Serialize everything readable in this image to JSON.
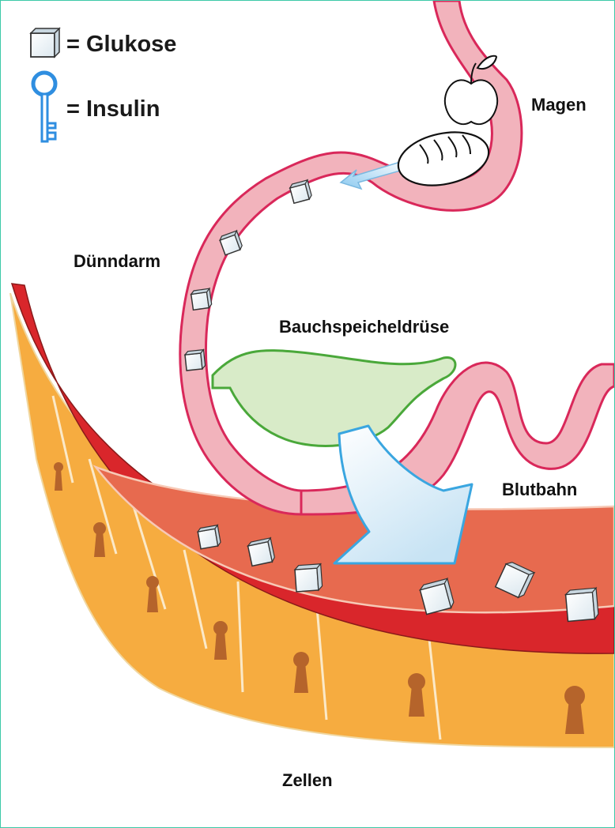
{
  "legend": {
    "glucose_label": "= Glukose",
    "insulin_label": "= Insulin"
  },
  "labels": {
    "stomach": "Magen",
    "small_intestine": "Dünndarm",
    "pancreas": "Bauchspeicheldrüse",
    "bloodstream": "Blutbahn",
    "cells": "Zellen"
  },
  "colors": {
    "frame_border": "#3cc9a8",
    "intestine_fill": "#f2b3bc",
    "intestine_outline": "#d9285a",
    "pancreas_fill": "#d8ebc8",
    "pancreas_outline": "#4aa83a",
    "blood_vessel": "#d9262b",
    "blood_inner": "#e76a4f",
    "cells_fill": "#f6ac40",
    "keyhole": "#b5642b",
    "key_blue": "#2f8ee0",
    "arrow_blue": "#3aa6e0"
  },
  "icons": {
    "glucose": "glucose-cube-icon",
    "insulin": "insulin-key-icon",
    "apple": "apple-icon",
    "bread": "bread-icon",
    "keyhole": "keyhole-icon"
  }
}
